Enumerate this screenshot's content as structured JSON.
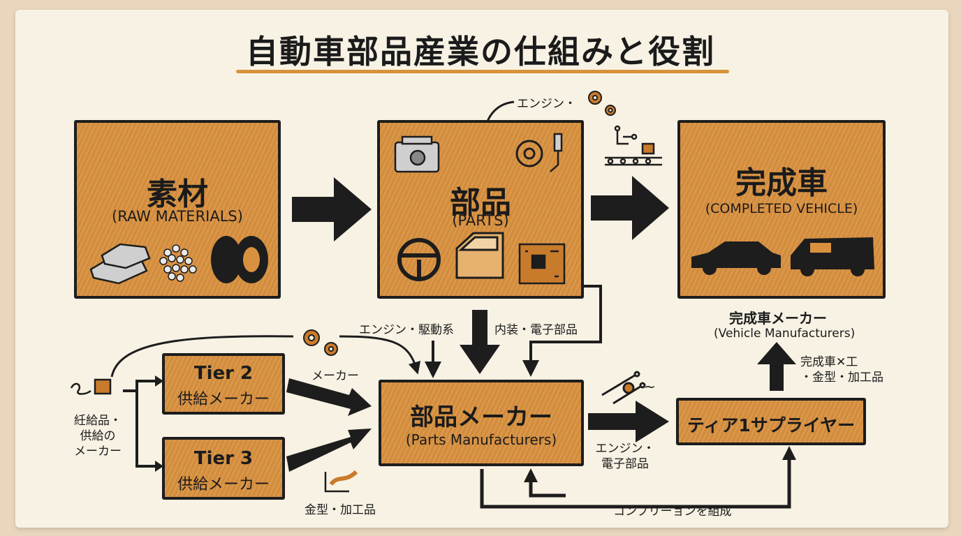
{
  "title": "自動車部品産業の仕組みと役割",
  "boxes": {
    "raw": {
      "title": "素材",
      "sub": "(RAW MATERIALS)"
    },
    "parts": {
      "title": "部品",
      "sub": "(PARTS)"
    },
    "vehicle": {
      "title": "完成車",
      "sub": "(COMPLETED VEHICLE)"
    },
    "tier2": {
      "line1": "Tier 2",
      "line2": "供給メーカー"
    },
    "tier3": {
      "line1": "Tier 3",
      "line2": "供給メーカー"
    },
    "maker": {
      "title": "部品メーカー",
      "sub": "(Parts Manufacturers)"
    },
    "tier1": {
      "title": "ティア1サプライヤー"
    }
  },
  "labels": {
    "engine_top": "エンジン・",
    "engine_drive": "エンジン・駆動系",
    "interior": "内装・電子部品",
    "vehicle_maker": "完成車メーカー",
    "vehicle_maker_en": "(Vehicle Manufacturers)",
    "maker_gear": "メーカー",
    "supply_1": "紝給品・",
    "supply_2": "供給の",
    "supply_3": "メーカー",
    "mold_bottom": "金型・加工品",
    "engine_elec_1": "エンジン・",
    "engine_elec_2": "電子部品",
    "right_1": "完成車✕工",
    "right_2": "・金型・加工品",
    "bottom_loop": "コンプリーョンを組成",
    "tilde": "~"
  },
  "colors": {
    "box": "#d9913f",
    "ink": "#1d1d1d",
    "paper": "#f8f2e4",
    "accent": "#d8923a"
  }
}
